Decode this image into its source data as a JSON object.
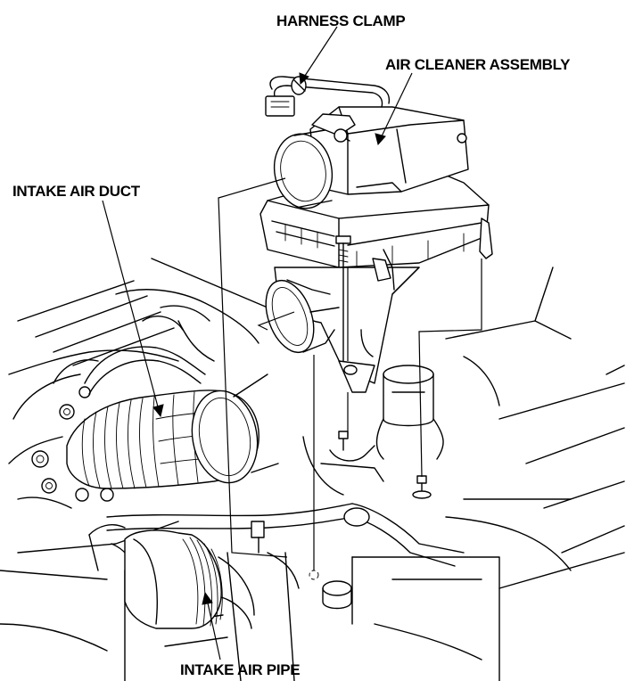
{
  "labels": {
    "harness_clamp": "HARNESS CLAMP",
    "air_cleaner_assembly": "AIR CLEANER ASSEMBLY",
    "intake_air_duct": "INTAKE AIR DUCT",
    "intake_air_pipe": "INTAKE AIR PIPE"
  }
}
